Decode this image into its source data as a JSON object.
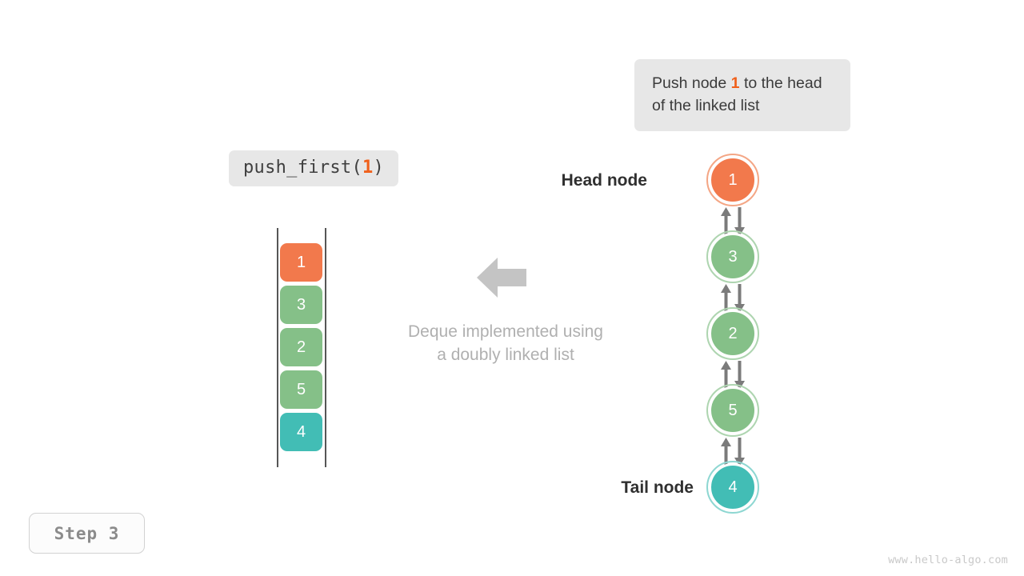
{
  "callout": {
    "prefix": "Push node ",
    "value": "1",
    "suffix": " to the head of the linked list"
  },
  "code_chip": {
    "prefix": "push_first(",
    "value": "1",
    "suffix": ")"
  },
  "deque": {
    "caption_line1": "Deque implemented using",
    "caption_line2": "a doubly linked list",
    "cells": [
      {
        "value": "1",
        "color": "#f2794c"
      },
      {
        "value": "3",
        "color": "#85c088"
      },
      {
        "value": "2",
        "color": "#85c088"
      },
      {
        "value": "5",
        "color": "#85c088"
      },
      {
        "value": "4",
        "color": "#42bdb5"
      }
    ]
  },
  "linked_list": {
    "head_label": "Head node",
    "tail_label": "Tail node",
    "nodes": [
      {
        "value": "1",
        "color": "#f2794c",
        "ring": "#f4a685"
      },
      {
        "value": "3",
        "color": "#85c088",
        "ring": "#aed5b0"
      },
      {
        "value": "2",
        "color": "#85c088",
        "ring": "#aed5b0"
      },
      {
        "value": "5",
        "color": "#85c088",
        "ring": "#aed5b0"
      },
      {
        "value": "4",
        "color": "#42bdb5",
        "ring": "#8ed7d2"
      }
    ]
  },
  "step_badge": {
    "label": "Step 3"
  },
  "watermark": {
    "text": "www.hello-algo.com"
  },
  "colors": {
    "orange": "#f2794c",
    "green": "#85c088",
    "teal": "#42bdb5",
    "accent_text": "#f0601b",
    "arrow_gray": "#7b7b7b",
    "big_arrow_gray": "#c4c4c4",
    "chip_bg": "#e7e7e7"
  }
}
